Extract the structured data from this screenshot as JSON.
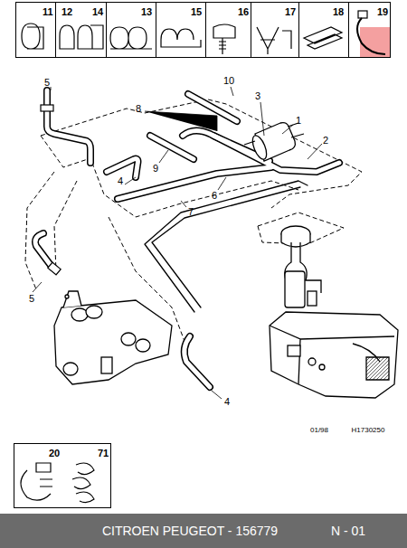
{
  "diagram": {
    "nodes": [
      {
        "text": [
          "11"
        ]
      },
      {
        "text": [
          "12",
          "14"
        ]
      },
      {
        "text": [
          "13"
        ]
      },
      {
        "text": [
          "15"
        ]
      },
      {
        "text": [
          "16"
        ]
      },
      {
        "text": [
          "17"
        ]
      },
      {
        "text": [
          "18"
        ]
      },
      {
        "text": [
          "19"
        ]
      },
      {
        "text": [
          "20",
          "71"
        ]
      },
      {
        "text": [
          "CITROEN PEUGEOT - 156779",
          "N - 01"
        ]
      }
    ],
    "labels": [
      "5",
      "10",
      "3",
      "1",
      "8",
      "2",
      "4",
      "9",
      "6",
      "7",
      "5",
      "4",
      "01/98",
      "H1730250"
    ]
  }
}
